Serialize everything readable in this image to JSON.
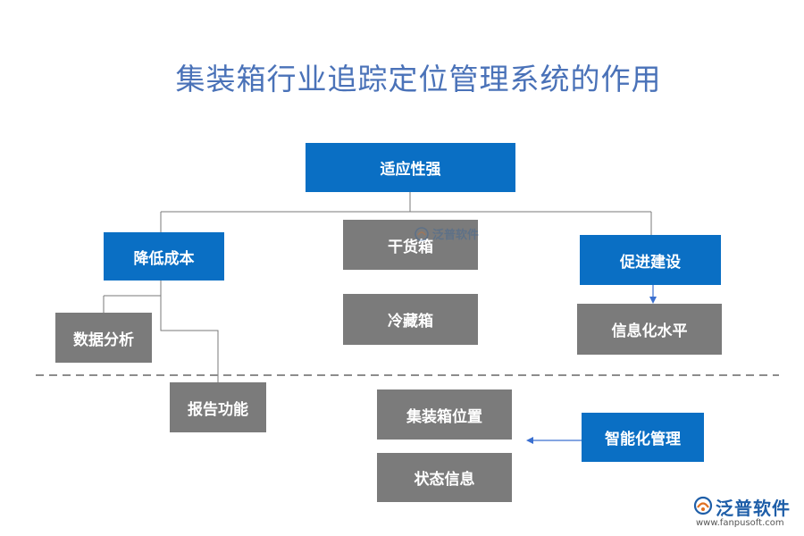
{
  "title": "集装箱行业追踪定位管理系统的作用",
  "nodes": {
    "root": "适应性强",
    "reduce_cost": "降低成本",
    "dry_box": "干货箱",
    "promote": "促进建设",
    "data_analysis": "数据分析",
    "cold_box": "冷藏箱",
    "info_level": "信息化水平",
    "report": "报告功能",
    "container_position": "集装箱位置",
    "smart_management": "智能化管理",
    "status_info": "状态信息"
  },
  "watermark": {
    "center_text": "泛普软件",
    "logo_name": "泛普软件",
    "logo_url": "www.fanpusoft.com"
  },
  "colors": {
    "title": "#4a72b8",
    "blue_box": "#0a6fc4",
    "gray_box": "#7b7b7b",
    "line": "#7a7a7a",
    "arrow": "#3a6fd0",
    "dashed": "#8c8c8c"
  }
}
